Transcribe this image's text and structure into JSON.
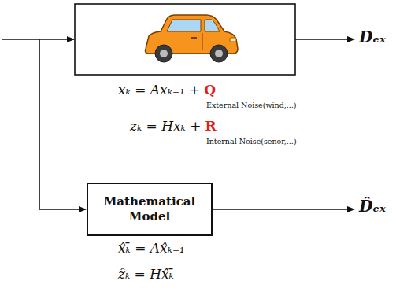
{
  "diagram": {
    "nodes": [
      {
        "text": [
          "Mathematical Model"
        ]
      }
    ],
    "labels": [
      "Dₑₓ",
      "xₖ = Axₖ₋₁ +",
      "Q",
      "External Noise(wind,...)",
      "zₖ = Hxₖ +",
      "R",
      "Internal Noise(senor,...)",
      "D̂ₑₓ",
      "x̂ₖ̄ = Ax̂ₖ₋₁",
      "ẑₖ = Hx̂ₖ̄"
    ]
  }
}
